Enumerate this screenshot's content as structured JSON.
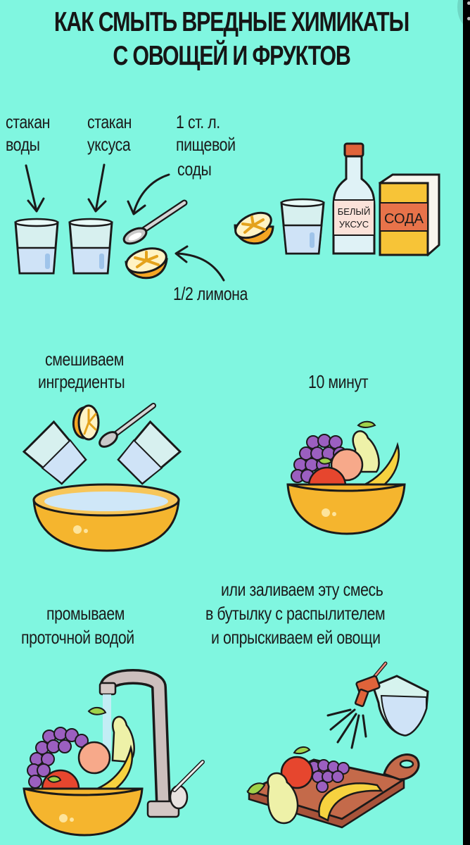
{
  "title": {
    "line1": "КАК СМЫТЬ ВРЕДНЫЕ ХИМИКАТЫ",
    "line2": "С ОВОЩЕЙ И ФРУКТОВ"
  },
  "ingredients": {
    "water": {
      "line1": "стакан",
      "line2": "воды"
    },
    "vinegar": {
      "line1": "стакан",
      "line2": "уксуса"
    },
    "soda": {
      "line1": "1 ст. л.",
      "line2": "пищевой",
      "line3": "соды"
    },
    "lemon": {
      "label": "1/2 лимона"
    }
  },
  "products": {
    "vinegar_bottle_label_line1": "БЕЛЫЙ",
    "vinegar_bottle_label_line2": "УКСУС",
    "soda_box_label": "СОДА"
  },
  "steps": {
    "mix": {
      "line1": "смешиваем",
      "line2": "ингредиенты"
    },
    "wait": {
      "label": "10 минут"
    },
    "rinse": {
      "line1": "промываем",
      "line2": "проточной водой"
    },
    "spray": {
      "line1": "или заливаем эту смесь",
      "line2": "в бутылку с распылителем",
      "line3": "и опрыскиваем ей овощи"
    }
  },
  "colors": {
    "background": "#80f6e0",
    "text": "#1b1b1b",
    "bowl": "#f5b52e",
    "lemon": "#f7b531",
    "water": "#cfe6f7",
    "soda_box": "#f7c437",
    "soda_band": "#e8734a",
    "bottle_cap": "#e0633a"
  }
}
